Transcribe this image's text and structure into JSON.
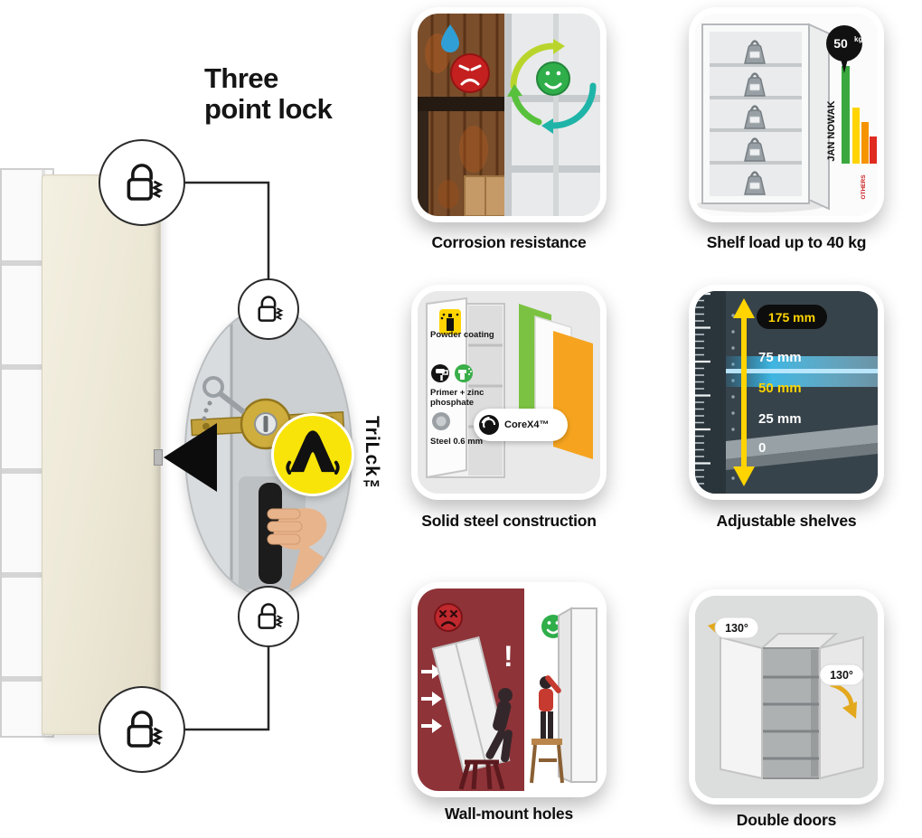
{
  "title": "Three\npoint lock",
  "lock_brand": "TriLck™",
  "tiles": {
    "corrosion": {
      "caption": "Corrosion resistance"
    },
    "shelf_load": {
      "caption": "Shelf load up to 40 kg",
      "badge_value": "50",
      "badge_unit": "kg",
      "brand_bar_label": "JAN NOWAK",
      "others_label": "OTHERS"
    },
    "steel": {
      "caption": "Solid steel construction",
      "layer1": "Powder coating",
      "layer2": "Primer + zinc phosphate",
      "layer3": "Steel 0.6 mm",
      "core_badge": "CoreX4™"
    },
    "shelves": {
      "caption": "Adjustable shelves",
      "m175": "175 mm",
      "m75": "75 mm",
      "m50": "50 mm",
      "m25": "25 mm",
      "m0": "0"
    },
    "wall_mount": {
      "caption": "Wall-mount holes",
      "warning": "!"
    },
    "doors": {
      "caption": "Double doors",
      "angle_left": "130°",
      "angle_right": "130°"
    }
  },
  "colors": {
    "accent_yellow": "#F8E408",
    "badge_yellow": "#FFD400",
    "warning_panel_red": "#8E3338",
    "alert_red": "#C42020",
    "success_green": "#2FAE4A",
    "highlight_blue": "#3FC2F2",
    "brass": "#C9A22E",
    "door_beige": "#ECE7D5"
  }
}
